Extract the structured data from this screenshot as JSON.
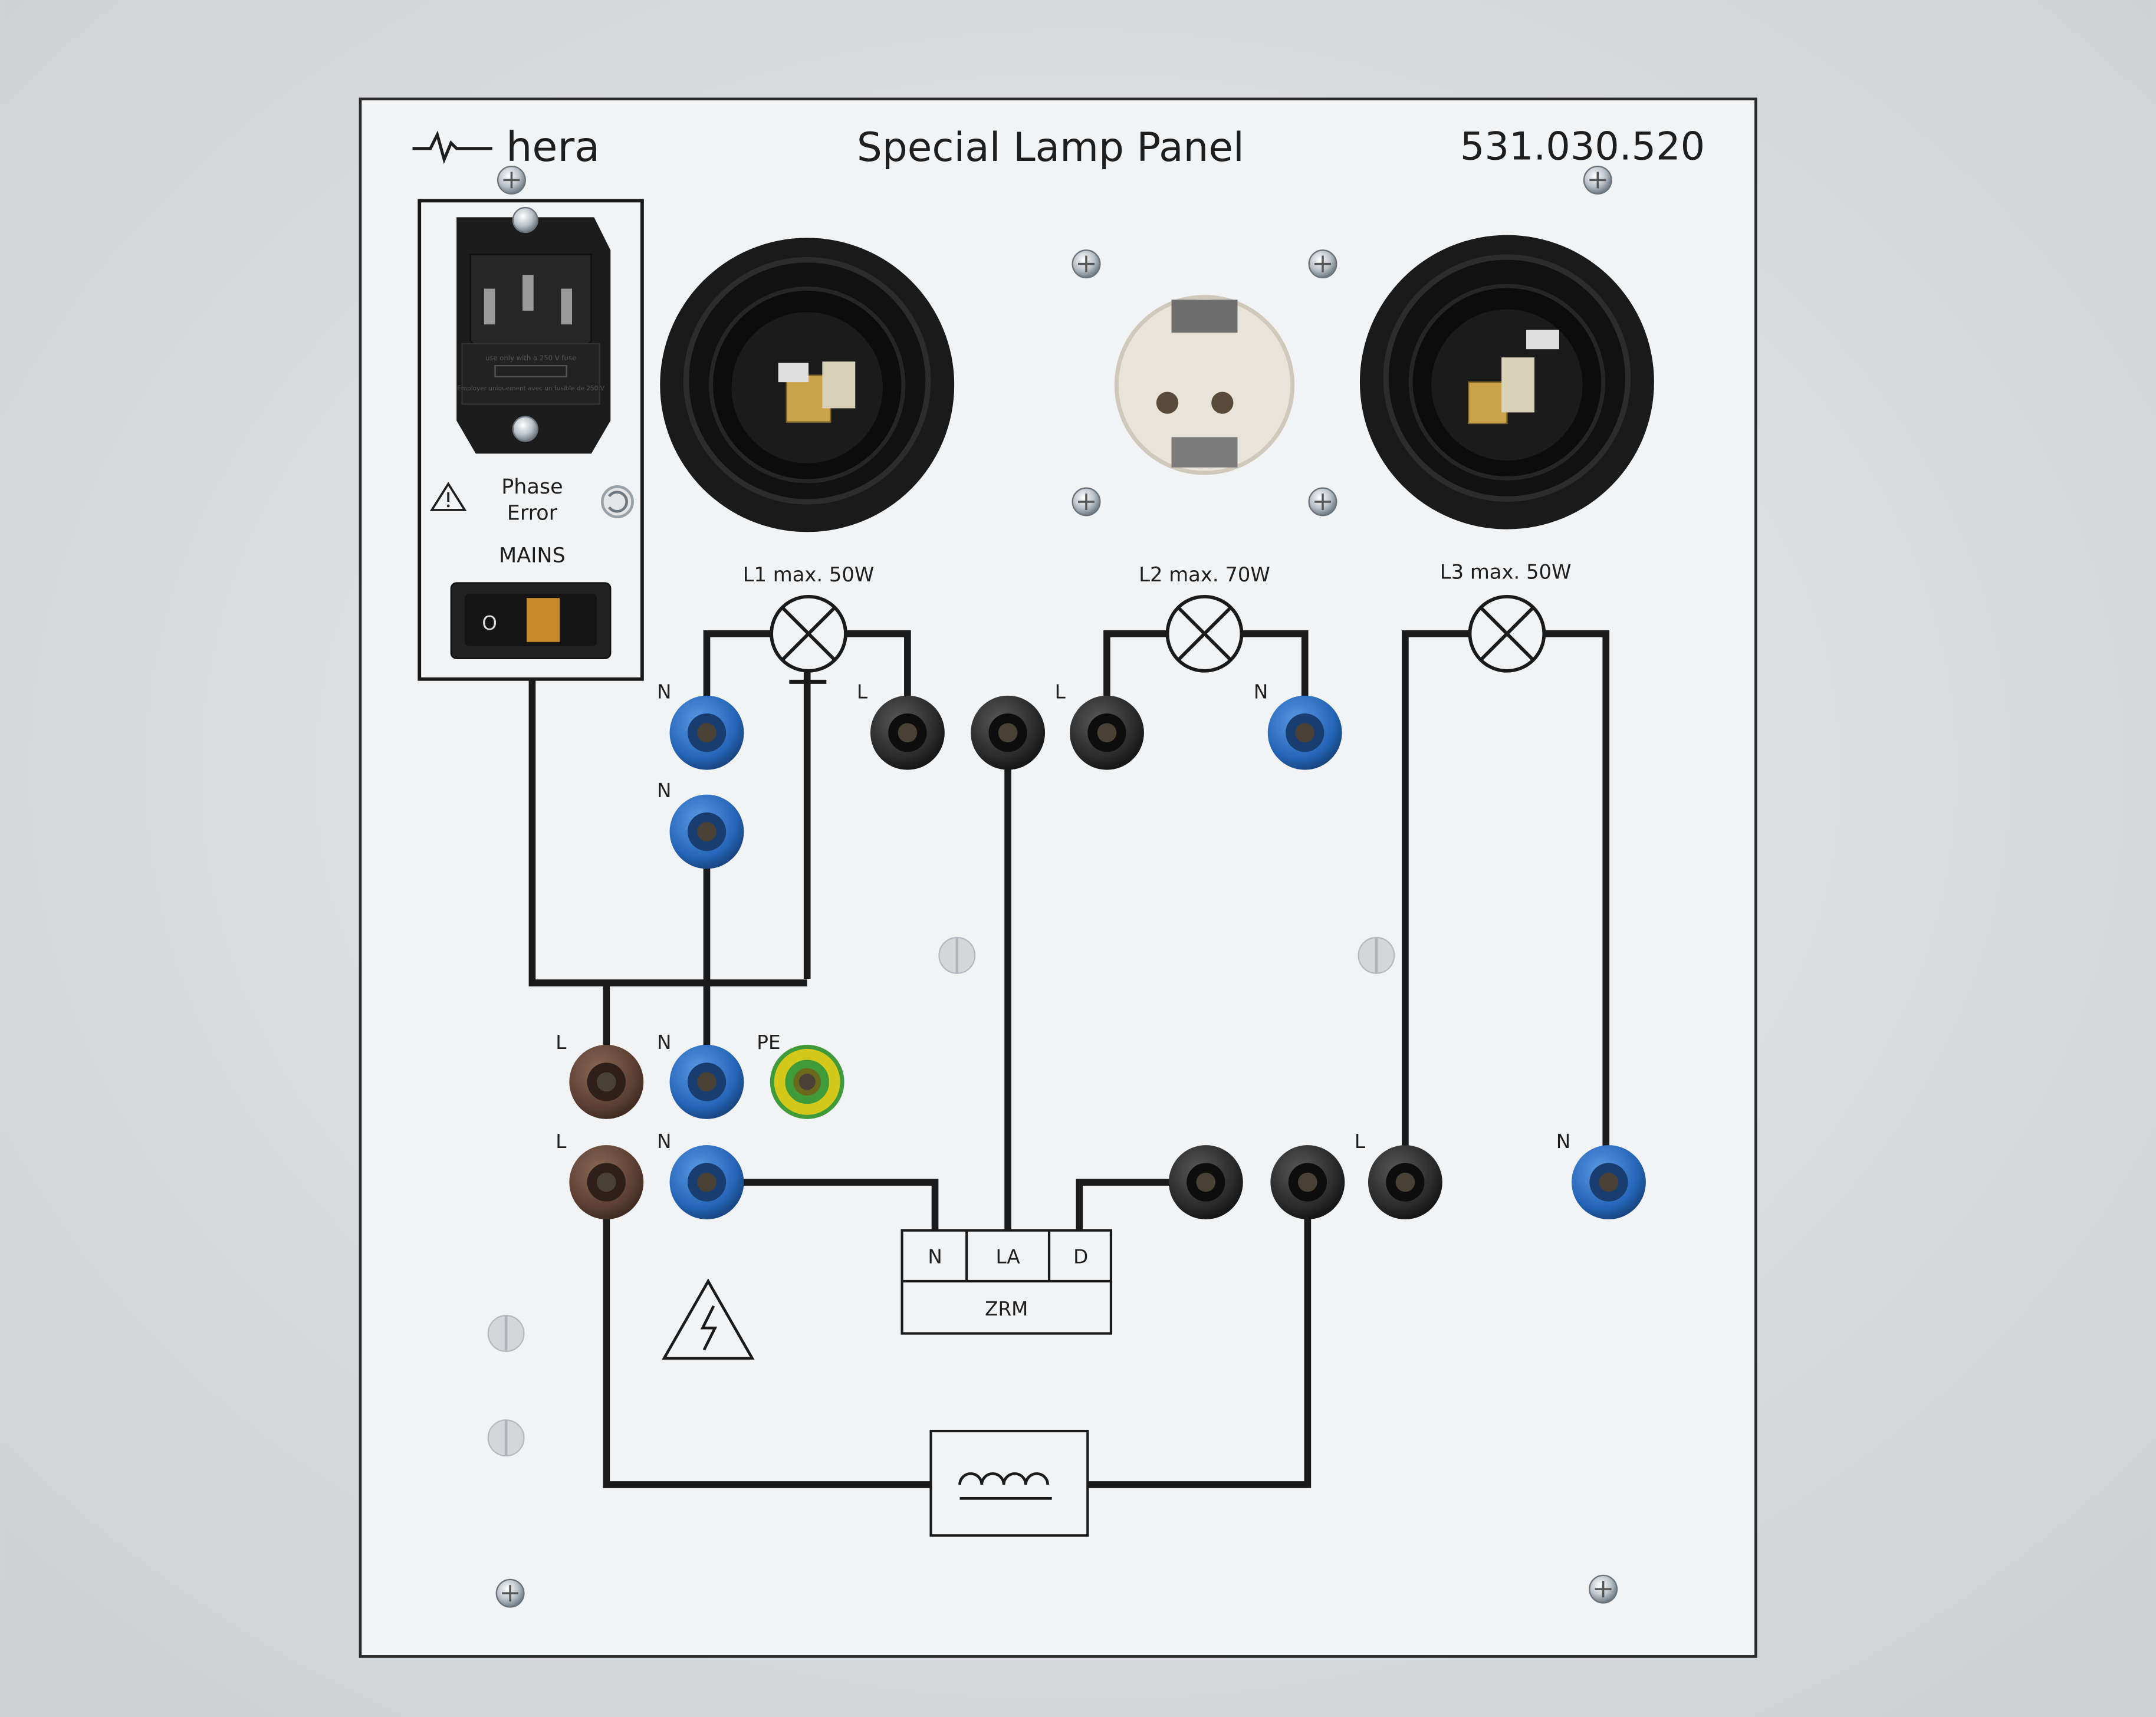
{
  "panel": {
    "brand": "hera",
    "title": "Special Lamp Panel",
    "part_number": "531.030.520"
  },
  "mains": {
    "fuse_text_1": "use only with a 250 V fuse",
    "fuse_text_2": "Employer uniquement avec un fusible de 250 V",
    "phase_label_1": "Phase",
    "phase_label_2": "Error",
    "mains_label": "MAINS",
    "switch_symbol": "O"
  },
  "lamps": {
    "l1": "L1 max. 50W",
    "l2": "L2 max. 70W",
    "l3": "L3 max. 50W"
  },
  "terminal_labels": {
    "l1_left_n": "N",
    "l1_right_l": "L",
    "l2_left_l": "L",
    "l2_right_n": "N",
    "second_n": "N",
    "supply_l_top": "L",
    "supply_n_top": "N",
    "supply_pe": "PE",
    "supply_l_bottom": "L",
    "supply_n_bottom": "N",
    "l3_l": "L",
    "l3_n": "N"
  },
  "zrm": {
    "n": "N",
    "la": "LA",
    "d": "D",
    "name": "ZRM"
  },
  "icons": [
    "hera-logo-icon",
    "warning-triangle-icon",
    "reset-icon",
    "high-voltage-icon",
    "inductor-icon",
    "lamp-symbol-icon",
    "screw-icon",
    "banana-socket-icon",
    "lamp-socket-icon"
  ],
  "colors": {
    "panel": "#f2f3f4",
    "background": "#d9dcdf",
    "socket_blue": "#2566b8",
    "socket_black": "#2a2a2a",
    "socket_brown": "#5c4033",
    "socket_pe_yellow": "#d4c81a",
    "socket_pe_green": "#3f9a3a",
    "lamp_socket_black": "#141414",
    "lamp_contact_brass": "#c9a24a"
  }
}
